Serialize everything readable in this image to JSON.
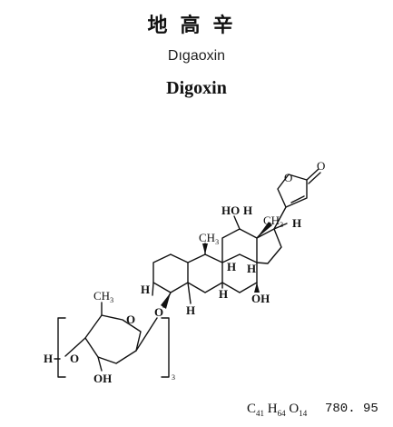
{
  "header": {
    "chinese_name": "地高辛",
    "pinyin_name": "Dıgaoxin",
    "english_name": "Digoxin"
  },
  "structure": {
    "atom_labels": {
      "lactone_o": "O",
      "carbonyl_o": "O",
      "ho_12": "HO",
      "h_12": "H",
      "ch3_18": "CH",
      "ch3_18_sub": "3",
      "h_17": "H",
      "ch3_19": "CH",
      "ch3_19_sub": "3",
      "h_9": "H",
      "h_8": "H",
      "h_14": "H",
      "oh_14": "OH",
      "h_5": "H",
      "h_3": "H",
      "o_3": "O",
      "sugar_ch3": "CH",
      "sugar_ch3_sub": "3",
      "ring_o": "O",
      "h_term": "H",
      "o_4": "O",
      "oh_3": "OH",
      "repeat": "3"
    }
  },
  "footer": {
    "formula": {
      "c": "C",
      "c_n": "41",
      "h": "H",
      "h_n": "64",
      "o": "O",
      "o_n": "14"
    },
    "molecular_weight": "780. 95"
  }
}
